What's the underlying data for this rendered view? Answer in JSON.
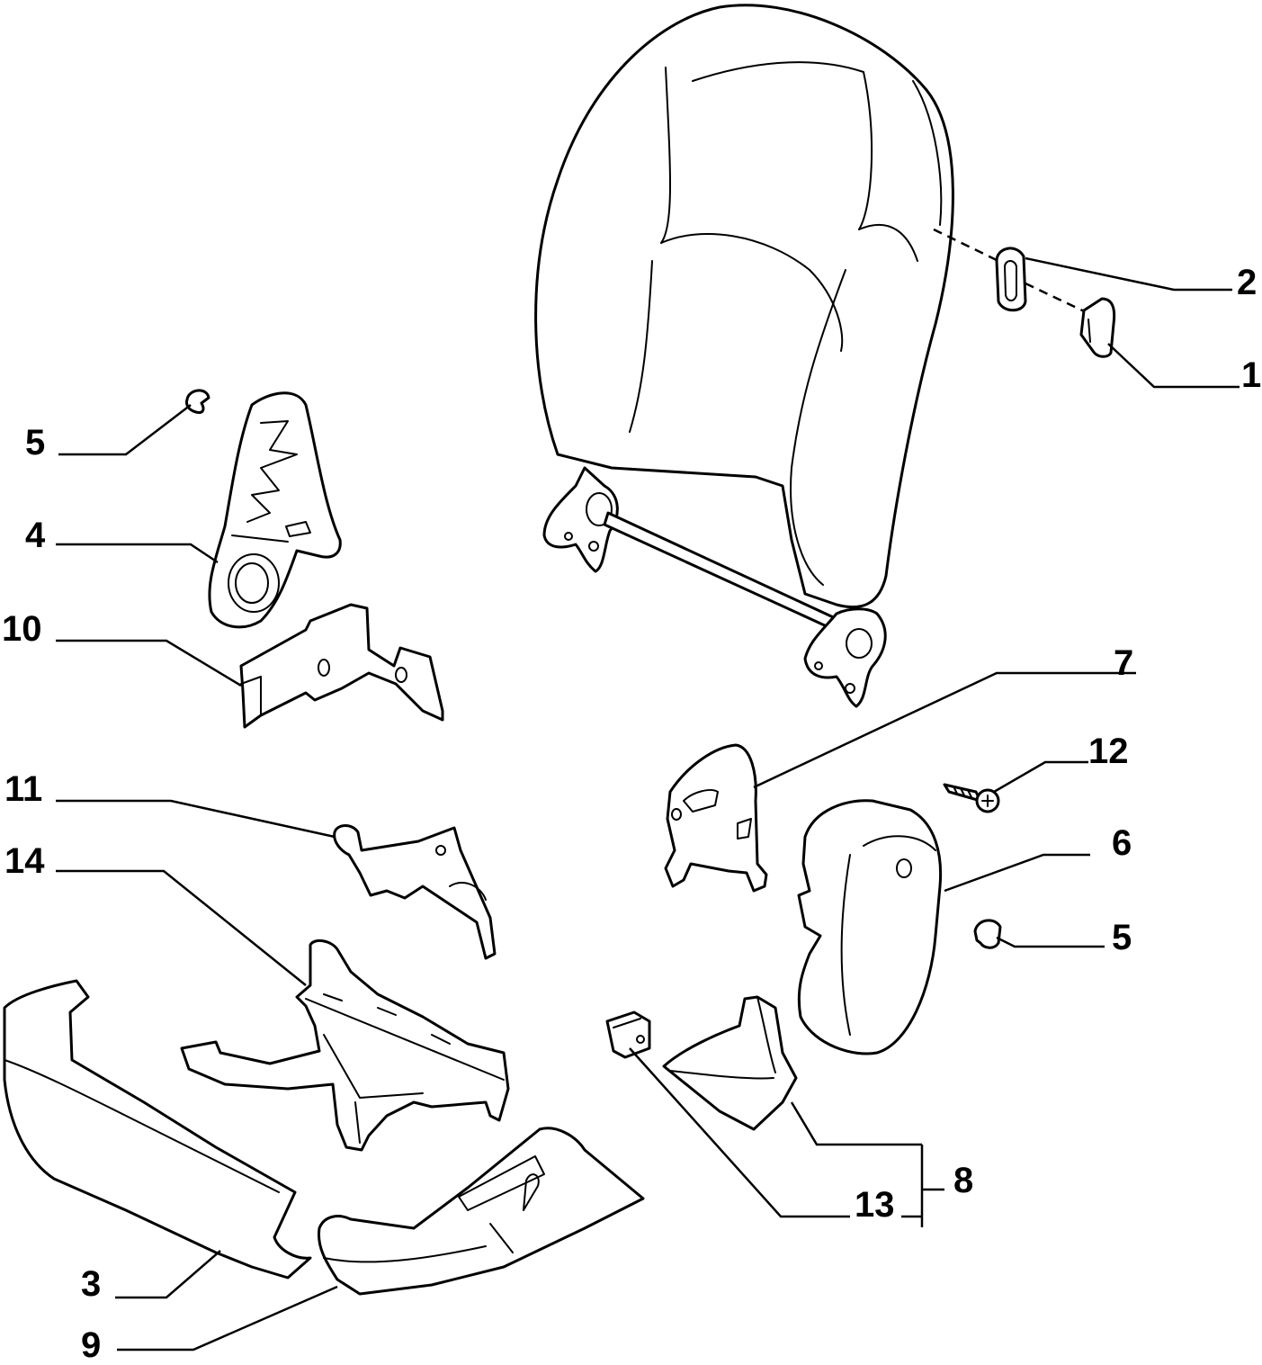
{
  "callouts": {
    "c1": "1",
    "c2": "2",
    "c3": "3",
    "c4": "4",
    "c5a": "5",
    "c5b": "5",
    "c6": "6",
    "c7": "7",
    "c8": "8",
    "c9": "9",
    "c10": "10",
    "c11": "11",
    "c12": "12",
    "c13": "13",
    "c14": "14"
  },
  "colors": {
    "line": "#000000",
    "background": "#ffffff"
  }
}
